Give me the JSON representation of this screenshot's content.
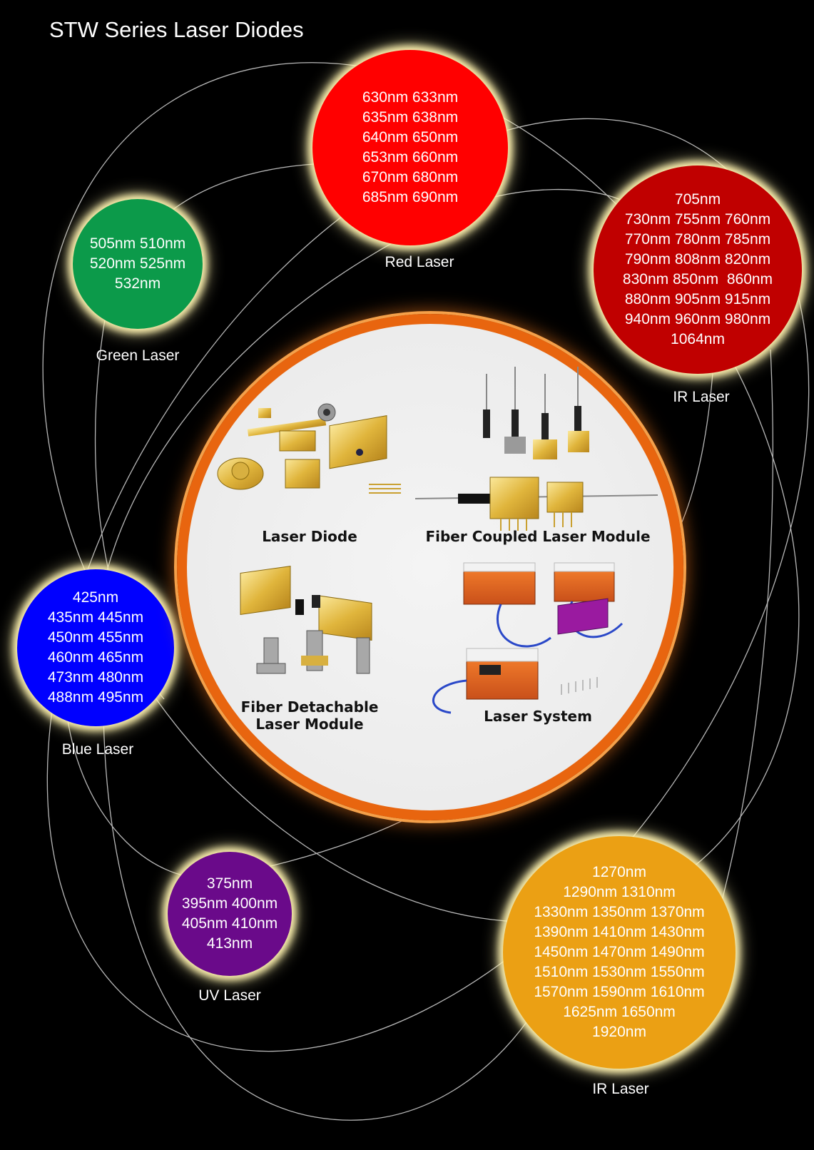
{
  "title": "STW Series Laser Diodes",
  "colors": {
    "red": "#ff0000",
    "green": "#0c9a4a",
    "dark_red": "#c00000",
    "blue": "#0000ff",
    "purple": "#6a0a8a",
    "orange": "#eba014",
    "hub_ring": "#e8650f",
    "glow": "#fff3b0"
  },
  "groups": {
    "red": {
      "caption": "Red Laser",
      "lines": [
        "630nm 633nm",
        "635nm 638nm",
        "640nm 650nm",
        "653nm 660nm",
        "670nm 680nm",
        "685nm 690nm"
      ]
    },
    "green": {
      "caption": "Green Laser",
      "lines": [
        "505nm 510nm",
        "520nm 525nm",
        "532nm"
      ]
    },
    "ir_short": {
      "caption": "IR Laser",
      "lines": [
        "705nm",
        "730nm 755nm 760nm",
        "770nm 780nm 785nm",
        "790nm 808nm 820nm",
        "830nm 850nm  860nm",
        "880nm 905nm 915nm",
        "940nm 960nm 980nm",
        "1064nm"
      ]
    },
    "blue": {
      "caption": "Blue Laser",
      "lines": [
        "425nm",
        "435nm 445nm",
        "450nm 455nm",
        "460nm 465nm",
        "473nm 480nm",
        "488nm 495nm"
      ]
    },
    "uv": {
      "caption": "UV Laser",
      "lines": [
        "375nm",
        "395nm 400nm",
        "405nm 410nm",
        "413nm"
      ]
    },
    "ir_long": {
      "caption": "IR Laser",
      "lines": [
        "1270nm",
        "1290nm 1310nm",
        "1330nm 1350nm 1370nm",
        "1390nm 1410nm 1430nm",
        "1450nm 1470nm 1490nm",
        "1510nm 1530nm 1550nm",
        "1570nm 1590nm 1610nm",
        "1625nm 1650nm",
        "1920nm"
      ]
    }
  },
  "products": {
    "laser_diode": "Laser Diode",
    "fiber_coupled": "Fiber Coupled Laser Module",
    "fiber_detachable": "Fiber Detachable\nLaser Module",
    "laser_system": "Laser System"
  }
}
